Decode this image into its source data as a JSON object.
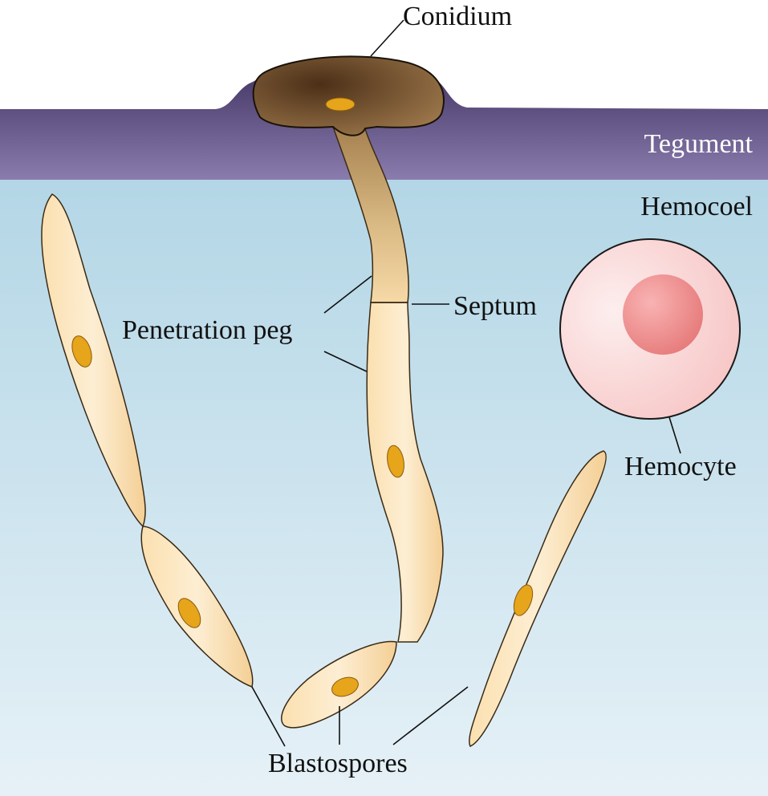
{
  "labels": {
    "conidium": "Conidium",
    "tegument": "Tegument",
    "hemocoel": "Hemocoel",
    "septum": "Septum",
    "penetration_peg": "Penetration peg",
    "hemocyte": "Hemocyte",
    "blastospores": "Blastospores"
  },
  "colors": {
    "hemocoel_top": "#b3d6e6",
    "hemocoel_bottom": "#e6f1f7",
    "tegument_top": "#4a3c6b",
    "tegument_bottom": "#8a7cad",
    "conidium_dark": "#4b2f17",
    "conidium_light": "#a07a4d",
    "cell_fill": "#fbe0b0",
    "nucleus": "#e6a51a",
    "hemocyte_outer": "#f7c6c6",
    "hemocyte_inner": "#e77c7c",
    "label_light": "#ffffff",
    "label_dark": "#111111"
  }
}
